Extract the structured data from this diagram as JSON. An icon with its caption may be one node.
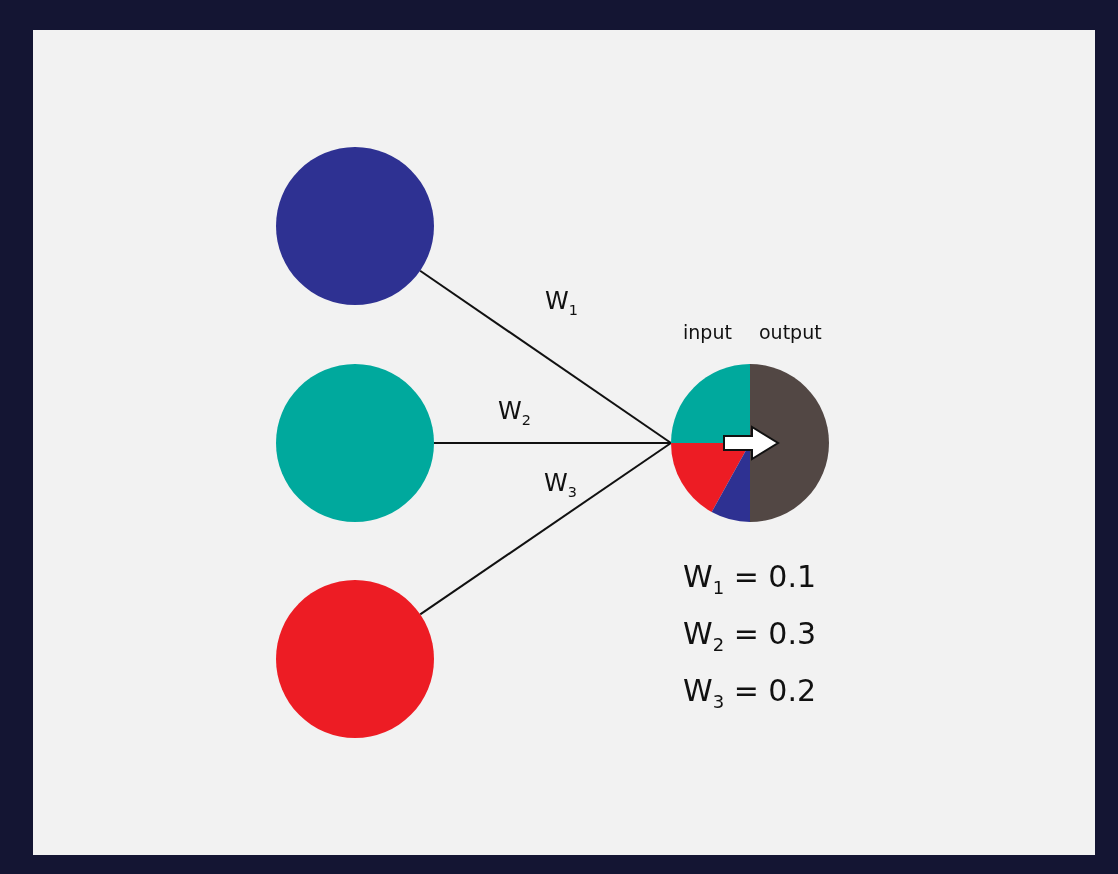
{
  "diagram": {
    "nodes": [
      {
        "text": [],
        "shape": "circle"
      },
      {
        "text": [],
        "shape": "circle"
      },
      {
        "text": [],
        "shape": "circle"
      },
      {
        "text": [],
        "shape": "circle",
        "beside": [
          "input",
          "output"
        ]
      }
    ],
    "edges": [
      {
        "from": 0,
        "to": 3,
        "arrow": "none",
        "label": "W$_{1}$"
      },
      {
        "from": 1,
        "to": 3,
        "arrow": "none",
        "label": "W$_{2}$"
      },
      {
        "from": 2,
        "to": 3,
        "arrow": "none",
        "label": "W$_{3}$"
      }
    ],
    "labels": [
      "W$_{1}$ = 0.1",
      "W$_{2}$ = 0.3",
      "W$_{3}$ = 0.2"
    ]
  }
}
